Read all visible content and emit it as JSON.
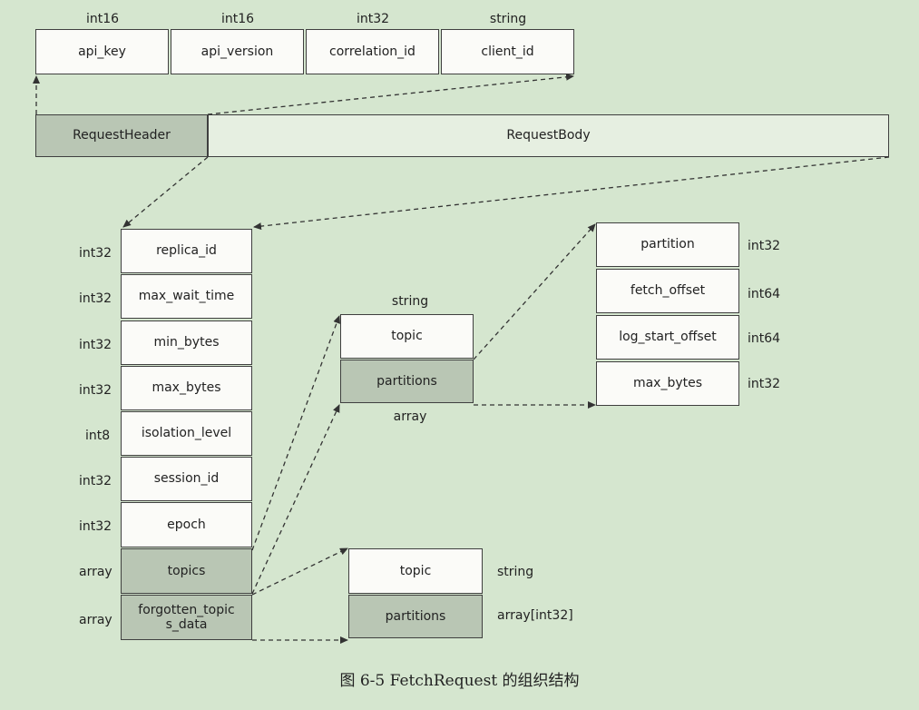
{
  "header_fields": [
    {
      "type": "int16",
      "name": "api_key"
    },
    {
      "type": "int16",
      "name": "api_version"
    },
    {
      "type": "int32",
      "name": "correlation_id"
    },
    {
      "type": "string",
      "name": "client_id"
    }
  ],
  "request_header_label": "RequestHeader",
  "request_body_label": "RequestBody",
  "body_fields": [
    {
      "type": "int32",
      "name": "replica_id"
    },
    {
      "type": "int32",
      "name": "max_wait_time"
    },
    {
      "type": "int32",
      "name": "min_bytes"
    },
    {
      "type": "int32",
      "name": "max_bytes"
    },
    {
      "type": "int8",
      "name": "isolation_level"
    },
    {
      "type": "int32",
      "name": "session_id"
    },
    {
      "type": "int32",
      "name": "epoch"
    },
    {
      "type": "array",
      "name": "topics"
    },
    {
      "type": "array",
      "name": "forgotten_topics_data",
      "display": "forgotten_topic\ns_data"
    }
  ],
  "topics_struct": {
    "topic_type": "string",
    "topic_label": "topic",
    "partitions_label": "partitions",
    "partitions_type": "array"
  },
  "partition_fields": [
    {
      "type": "int32",
      "name": "partition"
    },
    {
      "type": "int64",
      "name": "fetch_offset"
    },
    {
      "type": "int64",
      "name": "log_start_offset"
    },
    {
      "type": "int32",
      "name": "max_bytes"
    }
  ],
  "forgotten_struct": {
    "topic_label": "topic",
    "topic_type": "string",
    "partitions_label": "partitions",
    "partitions_type": "array[int32]"
  },
  "caption": "图 6-5   FetchRequest 的组织结构"
}
